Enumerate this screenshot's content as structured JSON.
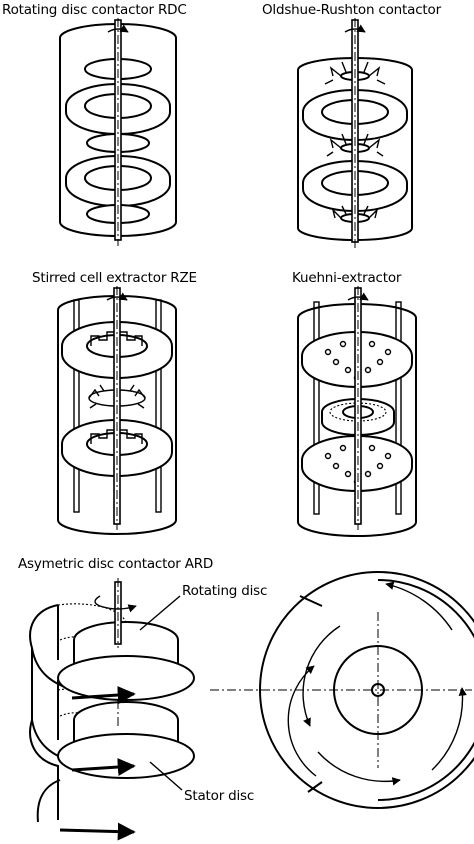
{
  "panels": {
    "rdc": {
      "title": "Rotating disc contactor RDC"
    },
    "oldshue": {
      "title": "Oldshue-Rushton contactor"
    },
    "rze": {
      "title": "Stirred cell extractor RZE"
    },
    "kuehni": {
      "title": "Kuehni-extractor"
    },
    "ard": {
      "title": "Asymetric disc contactor ARD",
      "rotating_disc_label": "Rotating disc",
      "stator_disc_label": "Stator disc"
    }
  }
}
